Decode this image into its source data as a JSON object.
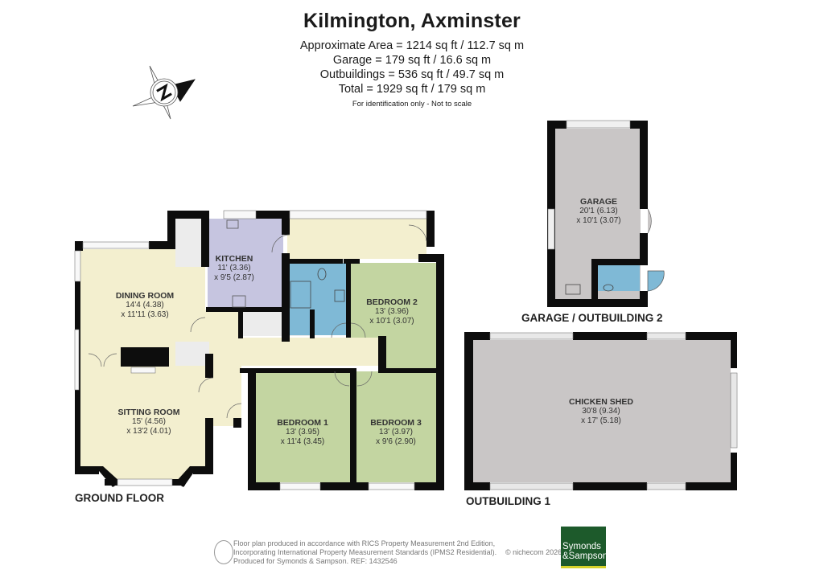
{
  "header": {
    "title": "Kilmington, Axminster",
    "areas": [
      "Approximate Area = 1214 sq ft / 112.7 sq m",
      "Garage  = 179 sq ft / 16.6 sq m",
      "Outbuildings = 536 sq ft / 49.7 sq m",
      "Total = 1929 sq ft / 179 sq m"
    ],
    "note": "For identification only - Not to scale"
  },
  "compass": {
    "label": "N",
    "icon": "north-compass-icon"
  },
  "floors": {
    "ground_floor": {
      "label": "GROUND FLOOR",
      "rooms": [
        {
          "name": "DINING ROOM",
          "dim1": "14'4 (4.38)",
          "dim2": "x 11'11 (3.63)",
          "color": "#f3efcf"
        },
        {
          "name": "KITCHEN",
          "dim1": "11' (3.36)",
          "dim2": "x 9'5 (2.87)",
          "color": "#c6c5e0"
        },
        {
          "name": "SITTING ROOM",
          "dim1": "15' (4.56)",
          "dim2": "x 13'2 (4.01)",
          "color": "#f3efcf"
        },
        {
          "name": "BEDROOM 2",
          "dim1": "13' (3.96)",
          "dim2": "x 10'1 (3.07)",
          "color": "#c3d5a1"
        },
        {
          "name": "BEDROOM 1",
          "dim1": "13' (3.95)",
          "dim2": "x 11'4 (3.45)",
          "color": "#c3d5a1"
        },
        {
          "name": "BEDROOM 3",
          "dim1": "13' (3.97)",
          "dim2": "x 9'6 (2.90)",
          "color": "#c3d5a1"
        }
      ]
    },
    "garage": {
      "label": "GARAGE / OUTBUILDING 2",
      "rooms": [
        {
          "name": "GARAGE",
          "dim1": "20'1 (6.13)",
          "dim2": "x 10'1 (3.07)",
          "color": "#c9c6c6"
        }
      ]
    },
    "outbuilding1": {
      "label": "OUTBUILDING 1",
      "rooms": [
        {
          "name": "CHICKEN SHED",
          "dim1": "30'8 (9.34)",
          "dim2": "x 17' (5.18)",
          "color": "#c9c6c6"
        }
      ]
    }
  },
  "colors": {
    "wall": "#0d0d0d",
    "hall": "#f3efcf",
    "bathroom": "#7fb9d6",
    "storage": "#ececec"
  },
  "footer": {
    "lines": [
      "Floor plan produced in accordance with RICS Property Measurement 2nd Edition,",
      "Incorporating International Property Measurement Standards (IPMS2 Residential).",
      "Produced for Symonds & Sampson.   REF:  1432546"
    ],
    "copyright": "© nichecom 2026.",
    "logo_line1": "Symonds",
    "logo_line2": "&Sampson"
  }
}
